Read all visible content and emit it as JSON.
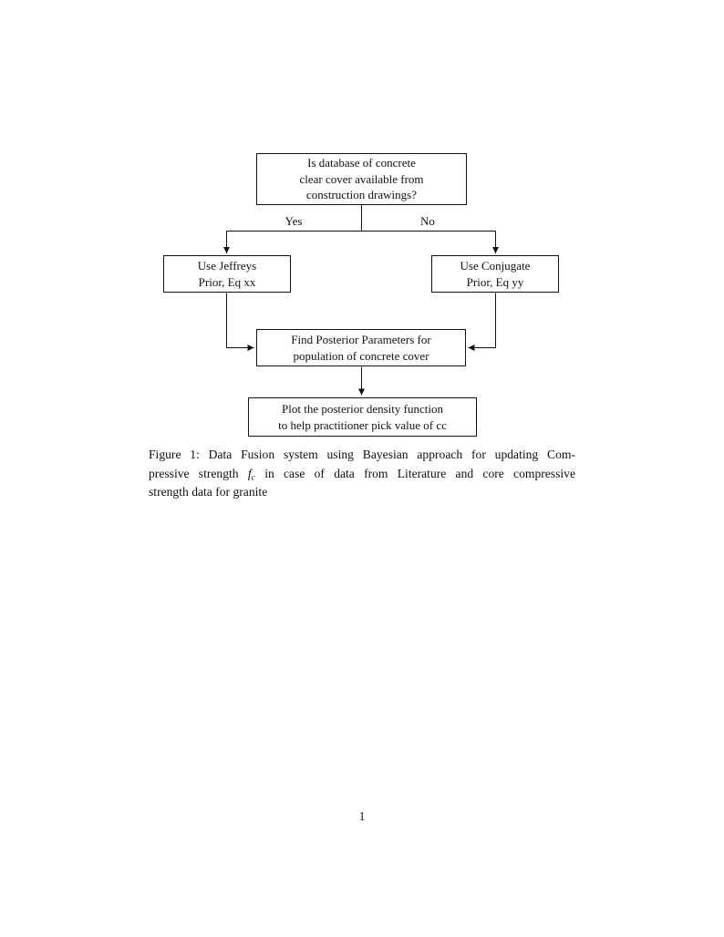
{
  "figure": {
    "boxes": {
      "question": {
        "lines": [
          "Is database of concrete",
          "clear cover available from",
          "construction drawings?"
        ]
      },
      "jeffreys": {
        "lines": [
          "Use Jeffreys",
          "Prior, Eq xx"
        ]
      },
      "conjugate": {
        "lines": [
          "Use Conjugate",
          "Prior, Eq yy"
        ]
      },
      "posterior": {
        "lines": [
          "Find Posterior Parameters for",
          "population of concrete cover"
        ]
      },
      "plot": {
        "lines": [
          "Plot the posterior density function",
          "to help practitioner pick value of cc"
        ]
      }
    },
    "branch_labels": {
      "yes": "Yes",
      "no": "No"
    },
    "edges": [
      {
        "from": "question",
        "to": "jeffreys",
        "label": "Yes"
      },
      {
        "from": "question",
        "to": "conjugate",
        "label": "No"
      },
      {
        "from": "jeffreys",
        "to": "posterior",
        "label": ""
      },
      {
        "from": "conjugate",
        "to": "posterior",
        "label": ""
      },
      {
        "from": "posterior",
        "to": "plot",
        "label": ""
      }
    ]
  },
  "caption": {
    "line1": "Figure 1: Data Fusion system using Bayesian approach for updating Com-",
    "line2_pre": "pressive strength ",
    "line2_var": "f",
    "line2_sub": "c",
    "line2_post": " in case of data from Literature and core compressive",
    "line3": "strength data for granite"
  },
  "page": {
    "number": "1"
  },
  "colors": {
    "ink": "#111111",
    "background": "#ffffff"
  }
}
